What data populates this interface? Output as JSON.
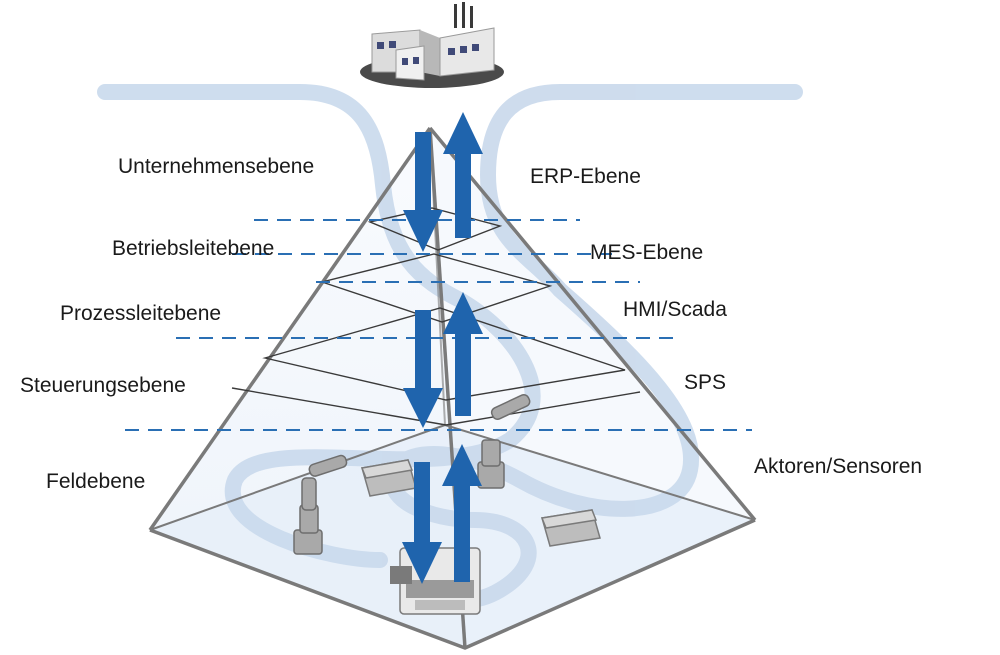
{
  "levels_left": {
    "enterprise": "Unternehmensebene",
    "plant_management": "Betriebsleitebene",
    "process_control": "Prozessleitebene",
    "control": "Steuerungsebene",
    "field": "Feldebene"
  },
  "levels_right": {
    "erp": "ERP-Ebene",
    "mes": "MES-Ebene",
    "hmi": "HMI/Scada",
    "sps": "SPS",
    "actuators": "Aktoren/Sensoren"
  },
  "colors": {
    "arrow": "#1f64ad",
    "flow_band": "#c9d9ec",
    "pyramid_edge": "#7a7a7a",
    "dashed_line": "#2a6fb4",
    "base_fill": "#e6eff9"
  },
  "icons": [
    "factory-icon",
    "robot-arm-icon",
    "crate-icon",
    "machine-icon"
  ]
}
